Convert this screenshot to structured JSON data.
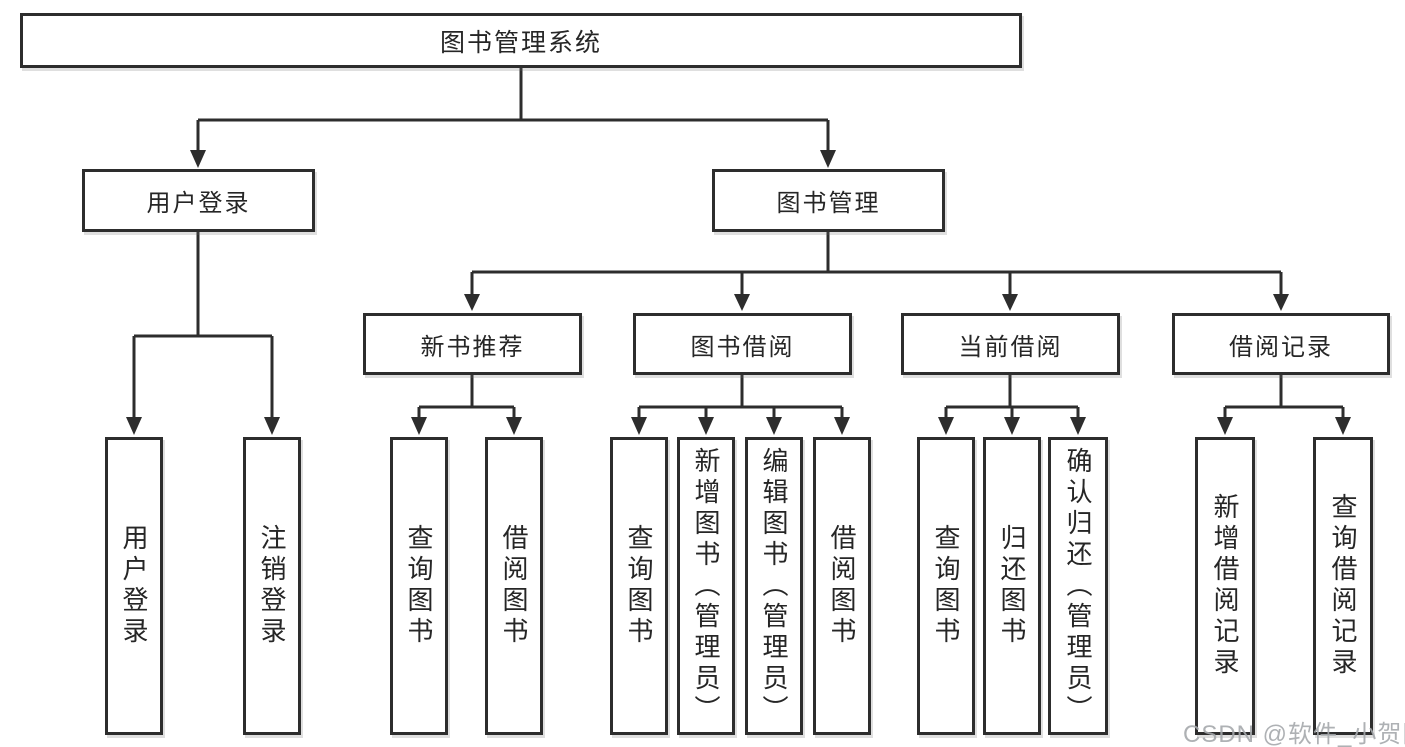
{
  "tree": {
    "root": {
      "label": "图书管理系统"
    },
    "children": [
      {
        "label": "用户登录",
        "children": [
          {
            "label": "用户登录"
          },
          {
            "label": "注销登录"
          }
        ]
      },
      {
        "label": "图书管理",
        "children": [
          {
            "label": "新书推荐",
            "children": [
              {
                "label": "查询图书"
              },
              {
                "label": "借阅图书"
              }
            ]
          },
          {
            "label": "图书借阅",
            "children": [
              {
                "label": "查询图书"
              },
              {
                "label": "新增图书（管理员）"
              },
              {
                "label": "编辑图书（管理员）"
              },
              {
                "label": "借阅图书"
              }
            ]
          },
          {
            "label": "当前借阅",
            "children": [
              {
                "label": "查询图书"
              },
              {
                "label": "归还图书"
              },
              {
                "label": "确认归还（管理员）"
              }
            ]
          },
          {
            "label": "借阅记录",
            "children": [
              {
                "label": "新增借阅记录"
              },
              {
                "label": "查询借阅记录"
              }
            ]
          }
        ]
      }
    ]
  },
  "watermark": {
    "text": "CSDN @软件_小贺同学"
  },
  "colors": {
    "line": "#2d2d2d",
    "text": "#262626",
    "background": "#ffffff",
    "watermark": "#a5a8ac"
  }
}
